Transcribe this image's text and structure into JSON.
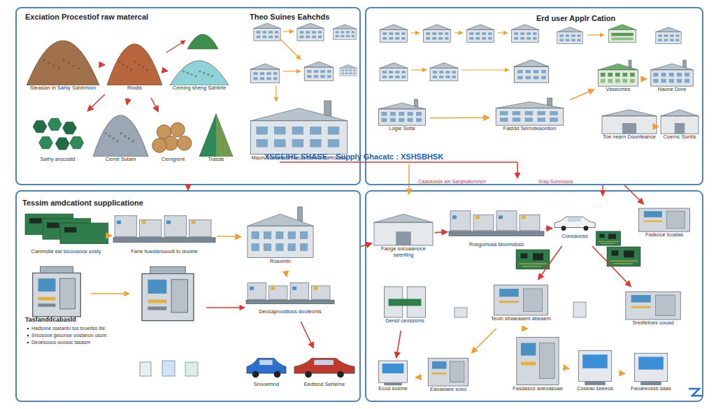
{
  "diagram": {
    "nodes": [
      {
        "text": [
          "Exciation Procestiof raw matercal",
          "Theo Suines Eahchds"
        ]
      },
      {
        "text": [
          "Steaslan in Sahiy Sahtrmion"
        ],
        "in": 0
      },
      {
        "text": [
          "Riodis"
        ],
        "in": 0
      },
      {
        "text": [
          "Ceming sheng Sahtirte"
        ],
        "in": 0
      },
      {
        "text": [
          "Sathy arocostd"
        ],
        "in": 0
      },
      {
        "text": [
          "Cerntl Sutam"
        ],
        "in": 0
      },
      {
        "text": [
          "Cerngrent"
        ],
        "in": 0
      },
      {
        "text": [
          "Trasde"
        ],
        "in": 0
      },
      {
        "text": [
          "Maon Sosdimcon sects saturd Sarcoosin"
        ],
        "in": 0
      },
      {
        "text": [
          "Erd user Applr Cation"
        ]
      },
      {
        "text": [
          "Logie Sotte"
        ],
        "in": 9
      },
      {
        "text": [
          "Fastdd Sernoteaontion"
        ],
        "in": 9
      },
      {
        "text": [
          "Vaseomes"
        ],
        "in": 9
      },
      {
        "text": [
          "Naone Dore"
        ],
        "in": 9
      },
      {
        "text": [
          "Toe nearn Dounteance"
        ],
        "in": 9
      },
      {
        "text": [
          "Coernc Sontis"
        ],
        "in": 9
      },
      {
        "text": [
          "Tessim amdcationt supplicatione"
        ]
      },
      {
        "text": [
          "Cammdie eal tocoosoce sosty"
        ],
        "in": 16
      },
      {
        "text": [
          "Fane fuaotanuoodl to dooine"
        ],
        "in": 16
      },
      {
        "text": [
          "Rosomtn"
        ],
        "in": 16
      },
      {
        "text": [
          "Deocaproodtoss dooteonts"
        ],
        "in": 16
      },
      {
        "text": [
          "Snooemnd"
        ],
        "in": 16
      },
      {
        "text": [
          "Eedtsnd Serterne"
        ],
        "in": 16
      },
      {
        "text": [
          "Faoge socuaanoce seenfing"
        ]
      },
      {
        "text": [
          "Rosgumoss bioomdoss"
        ]
      },
      {
        "text": [
          "Coosauoss"
        ]
      },
      {
        "text": [
          "Fadsoce lcoalas"
        ]
      },
      {
        "text": [
          "Dersd ceosssms"
        ]
      },
      {
        "text": [
          "Teoin sfoaeasem abeaem"
        ]
      },
      {
        "text": [
          "Sredtetoes oouad"
        ]
      },
      {
        "text": [
          "Ecod sosme"
        ]
      },
      {
        "text": [
          "Eaoaeaee soso"
        ]
      },
      {
        "text": [
          "Fasdasos aoeoasoae"
        ]
      },
      {
        "text": [
          "Coseao seeeos"
        ]
      },
      {
        "text": [
          "Faoareosss daas"
        ]
      }
    ],
    "edges": [
      {
        "from": 1,
        "to": 2,
        "arrow": "to"
      },
      {
        "from": 2,
        "to": 3,
        "arrow": "to"
      },
      {
        "from": 2,
        "to": 4,
        "arrow": "to"
      },
      {
        "from": 2,
        "to": 5,
        "arrow": "to"
      },
      {
        "from": 2,
        "to": 6,
        "arrow": "to"
      },
      {
        "from": 10,
        "to": 11,
        "arrow": "to"
      },
      {
        "from": 11,
        "to": 12,
        "arrow": "to"
      },
      {
        "from": 12,
        "to": 13,
        "arrow": "to"
      },
      {
        "from": 14,
        "to": 15,
        "arrow": "to"
      },
      {
        "from": 0,
        "to": 16,
        "arrow": "to"
      },
      {
        "from": 9,
        "to": 26,
        "arrow": "to"
      },
      {
        "from": 17,
        "to": 18,
        "arrow": "to"
      },
      {
        "from": 18,
        "to": 19,
        "arrow": "to"
      },
      {
        "from": 19,
        "to": 20,
        "arrow": "to"
      },
      {
        "from": 20,
        "to": 22,
        "arrow": "to"
      },
      {
        "from": 16,
        "to": 23,
        "arrow": "to"
      },
      {
        "from": 23,
        "to": 24,
        "arrow": "to"
      },
      {
        "from": 24,
        "to": 25,
        "arrow": "to"
      },
      {
        "from": 25,
        "to": 28,
        "arrow": "to"
      },
      {
        "from": 25,
        "to": 29,
        "arrow": "to"
      },
      {
        "from": 27,
        "to": 30,
        "arrow": "to"
      },
      {
        "from": 28,
        "to": 31,
        "arrow": "to"
      },
      {
        "from": 31,
        "to": 30,
        "arrow": "to"
      },
      {
        "from": 32,
        "to": 33,
        "arrow": "to"
      },
      {
        "from": 33,
        "to": 34,
        "arrow": "to"
      },
      {
        "from": 28,
        "to": 32,
        "arrow": "to"
      }
    ],
    "labels": [
      "XSGEIHE SHASE – Supply Ghacatc : XSHSBHSK",
      "Caasaoese ain Sargmaturnnon",
      "Srag Sonrnosss",
      "Tasfanddcabasld",
      "Hadsone ssetanto tos tooedss lite",
      "Srsosooe gesonse oostanoo ossm",
      "Deoesoocs ouosoc tasasm"
    ]
  }
}
